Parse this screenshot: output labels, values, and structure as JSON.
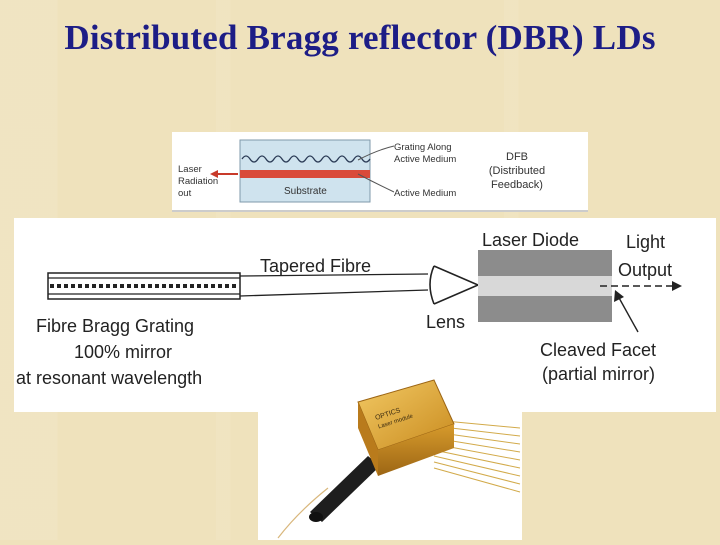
{
  "slide": {
    "title": "Distributed Bragg reflector (DBR) LDs"
  },
  "dfb_diagram": {
    "grating_label_line1": "Grating Along",
    "grating_label_line2": "Active Medium",
    "active_medium_label": "Active Medium",
    "substrate_label": "Substrate",
    "laser_out_line1": "Laser",
    "laser_out_line2": "Radiation",
    "laser_out_line3": "out",
    "type_line1": "DFB",
    "type_line2": "(Distributed",
    "type_line3": "Feedback)"
  },
  "fbg_diagram": {
    "laser_diode_label": "Laser Diode",
    "light_output_line1": "Light",
    "light_output_line2": "Output",
    "tapered_fibre_label": "Tapered Fibre",
    "lens_label": "Lens",
    "fbg_line1": "Fibre Bragg Grating",
    "fbg_line2": "100% mirror",
    "fbg_line3": "at resonant wavelength",
    "facet_line1": "Cleaved Facet",
    "facet_line2": "(partial mirror)"
  },
  "module_photo": {
    "label_line1": "OPTICS",
    "label_line2": "Laser module"
  },
  "colors": {
    "title": "#1d1d86",
    "background": "#efe2bc",
    "laser_red": "#c83a2a",
    "gold": "#d39c2a"
  }
}
